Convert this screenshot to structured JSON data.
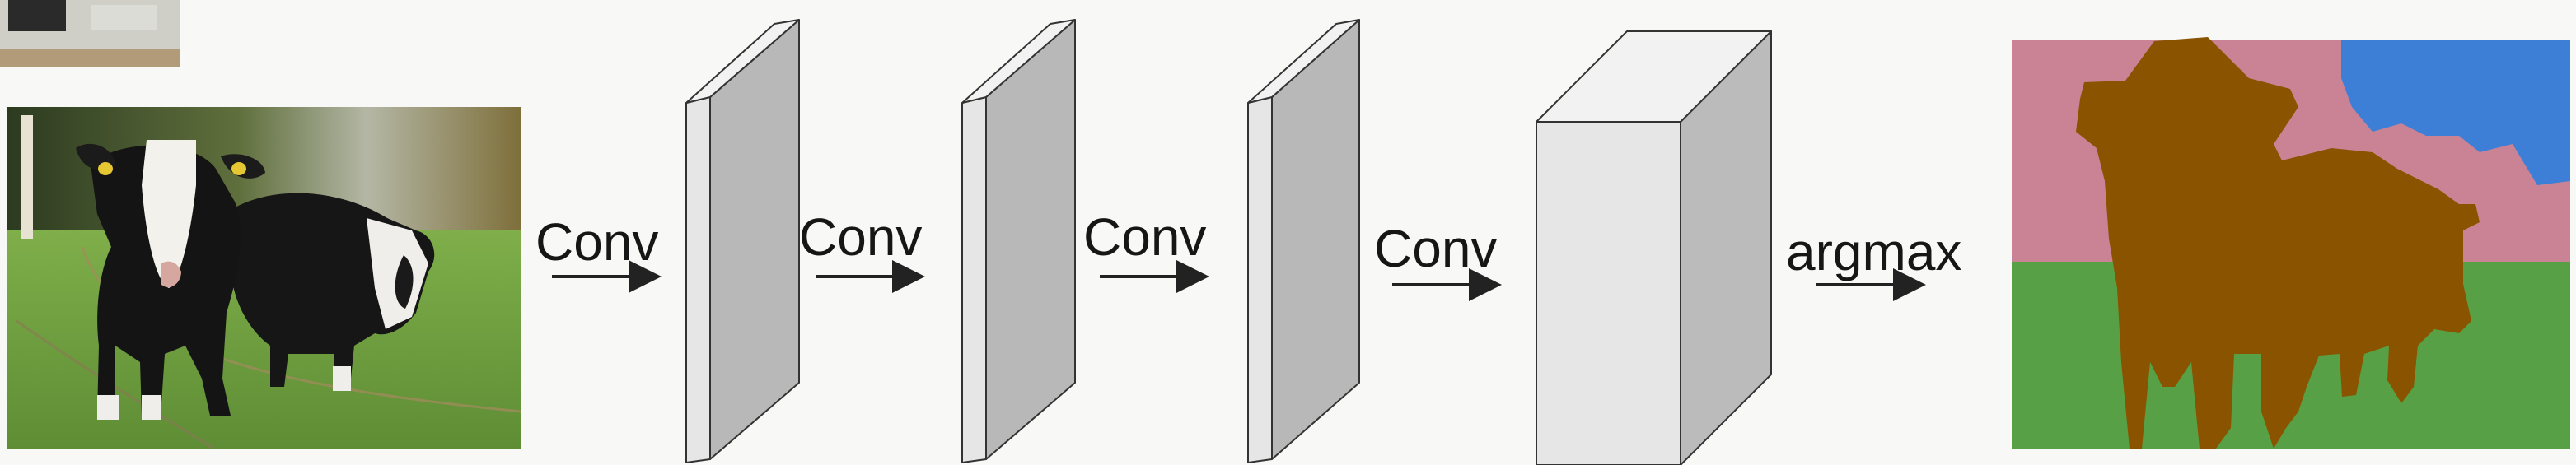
{
  "pipeline": {
    "operations": [
      "Conv",
      "Conv",
      "Conv",
      "Conv",
      "argmax"
    ]
  },
  "images": {
    "input": "cow-photo",
    "output": "segmentation-map",
    "thumbnail": "video-thumbnail"
  },
  "segmentation_colors": {
    "cow": "#8a5300",
    "grass": "#57a045",
    "tree": "#c98395",
    "sky": "#3d7fd6"
  },
  "feature_map_colors": {
    "front": "#e6e6e6",
    "side": "#b8b8b8",
    "top": "#f2f2f2",
    "edge": "#333333"
  }
}
